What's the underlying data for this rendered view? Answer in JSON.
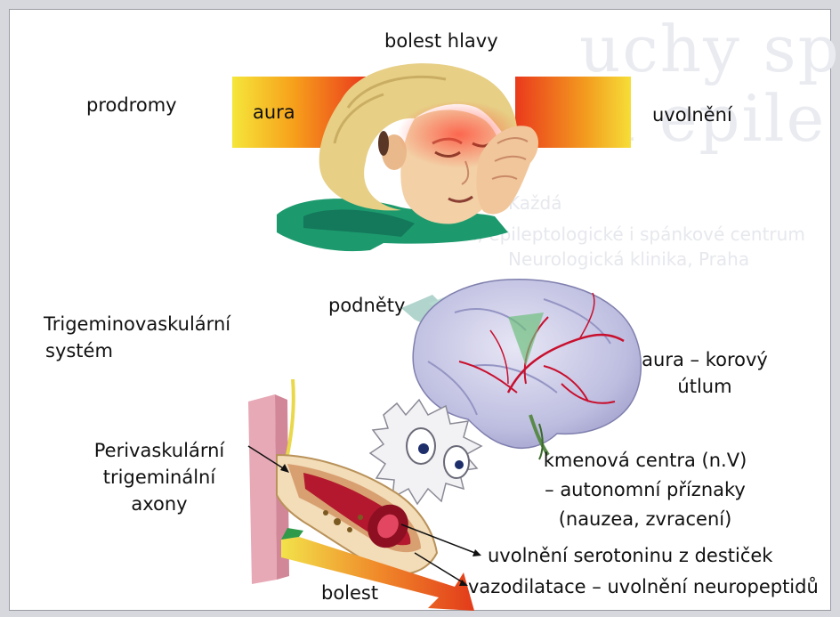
{
  "labels": {
    "headache": "bolest hlavy",
    "prodromes": "prodromy",
    "aura": "aura",
    "relief": "uvolnění",
    "stimuli": "podněty",
    "trigeminovascular_line1": "Trigeminovaskulární",
    "trigeminovascular_line2": "systém",
    "cortical_line1": "aura – korový",
    "cortical_line2": "útlum",
    "perivascular_line1": "Perivaskulární",
    "perivascular_line2": "trigeminální",
    "perivascular_line3": "axony",
    "brainstem_line1": "kmenová centra (n.V)",
    "brainstem_line2": "– autonomní příznaky",
    "brainstem_line3": "(nauzea, zvracení)",
    "serotonin": "uvolnění serotoninu z destiček",
    "vasodilation": "vazodilatace – uvolnění neuropeptidů",
    "pain": "bolest"
  },
  "background_text": {
    "title_line1": "uchy spánku",
    "title_line2": "a epile",
    "line1": "Každá",
    "line2": "ké oddělení, epileptologické i spánkové centrum",
    "line3": "Neurologická klinika, Praha"
  },
  "colors": {
    "band_start": "#f5e63a",
    "band_mid": "#f7a21b",
    "band_end": "#ea3a1c",
    "shirt": "#1c9a6e",
    "hair": "#e7cf86",
    "skin": "#f3d0a6",
    "brain": "#b9b9de",
    "vessel_red": "#c8102e",
    "pain_arrow": "#e8571c"
  }
}
